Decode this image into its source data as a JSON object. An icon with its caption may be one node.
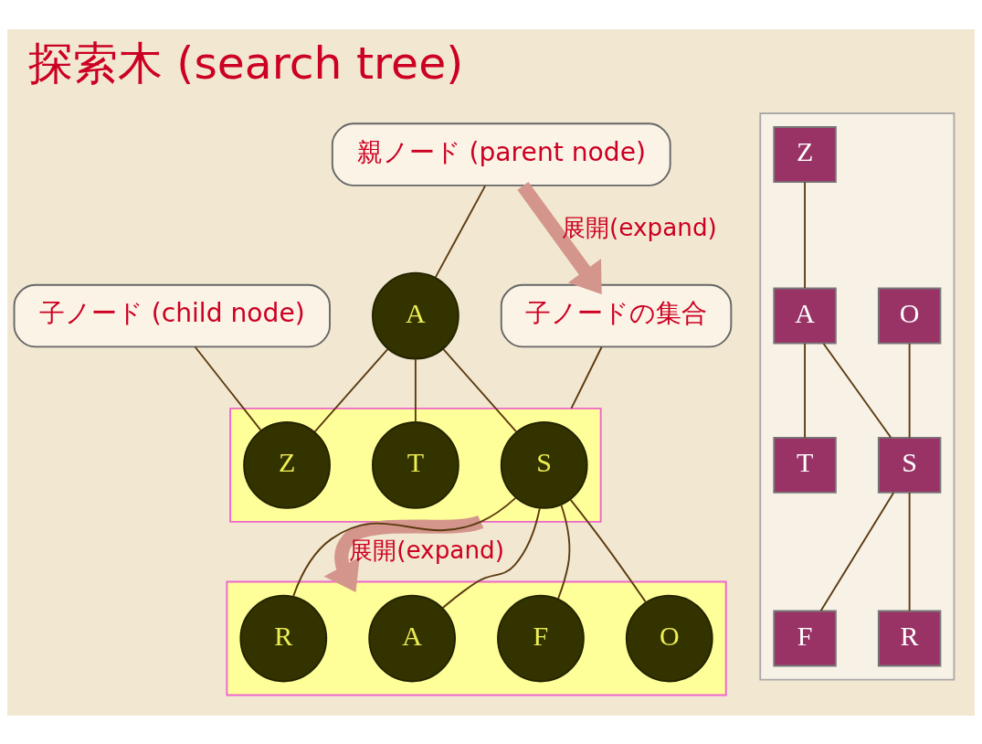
{
  "diagram": {
    "title": "探索木 (search tree)",
    "nodes": [
      {
        "text": [
          "A"
        ]
      },
      {
        "text": [],
        "shape": "box"
      },
      {
        "text": [
          "S"
        ],
        "in": 1
      },
      {
        "text": [
          "T"
        ],
        "in": 1
      },
      {
        "text": [
          "Z"
        ],
        "in": 1
      },
      {
        "text": [],
        "shape": "box"
      },
      {
        "text": [
          "A"
        ],
        "in": 5
      },
      {
        "text": [
          "F"
        ],
        "in": 5
      },
      {
        "text": [
          "O"
        ],
        "in": 5
      },
      {
        "text": [
          "R"
        ],
        "in": 5
      },
      {
        "text": [
          "親ノード (parent node)"
        ]
      },
      {
        "text": [
          "子ノード (child node)"
        ]
      },
      {
        "text": [
          "子ノードの集合"
        ]
      },
      {
        "text": [],
        "shape": "box"
      },
      {
        "text": [
          "O"
        ],
        "in": 13
      },
      {
        "text": [
          "Z"
        ],
        "in": 13
      },
      {
        "text": [
          "A"
        ],
        "in": 13
      },
      {
        "text": [
          "S"
        ],
        "in": 13
      },
      {
        "text": [
          "F"
        ],
        "in": 13
      },
      {
        "text": [
          "T"
        ],
        "in": 13
      },
      {
        "text": [
          "R"
        ],
        "in": 13
      }
    ],
    "edges": [
      {
        "from": 0,
        "to": 2,
        "arrow": "none"
      },
      {
        "from": 0,
        "to": 3,
        "arrow": "none"
      },
      {
        "from": 0,
        "to": 4,
        "arrow": "none"
      },
      {
        "from": 2,
        "to": 6,
        "arrow": "none"
      },
      {
        "from": 2,
        "to": 7,
        "arrow": "none"
      },
      {
        "from": 2,
        "to": 8,
        "arrow": "none"
      },
      {
        "from": 2,
        "to": 9,
        "arrow": "none"
      },
      {
        "from": 10,
        "to": 0,
        "arrow": "none"
      },
      {
        "from": 11,
        "to": 4,
        "arrow": "none"
      },
      {
        "from": 12,
        "to": 1,
        "arrow": "none"
      },
      {
        "from": 10,
        "to": 12,
        "arrow": "to",
        "label": "展開(expand)",
        "style": "thick",
        "color": "#d4968c"
      },
      {
        "from": 1,
        "to": 5,
        "arrow": "to",
        "label": "展開(expand)",
        "style": "thick",
        "color": "#d4968c"
      },
      {
        "from": 14,
        "to": 17,
        "arrow": "none"
      },
      {
        "from": 15,
        "to": 16,
        "arrow": "none"
      },
      {
        "from": 16,
        "to": 17,
        "arrow": "none"
      },
      {
        "from": 16,
        "to": 19,
        "arrow": "none"
      },
      {
        "from": 17,
        "to": 18,
        "arrow": "none"
      },
      {
        "from": 17,
        "to": 20,
        "arrow": "none"
      }
    ]
  }
}
